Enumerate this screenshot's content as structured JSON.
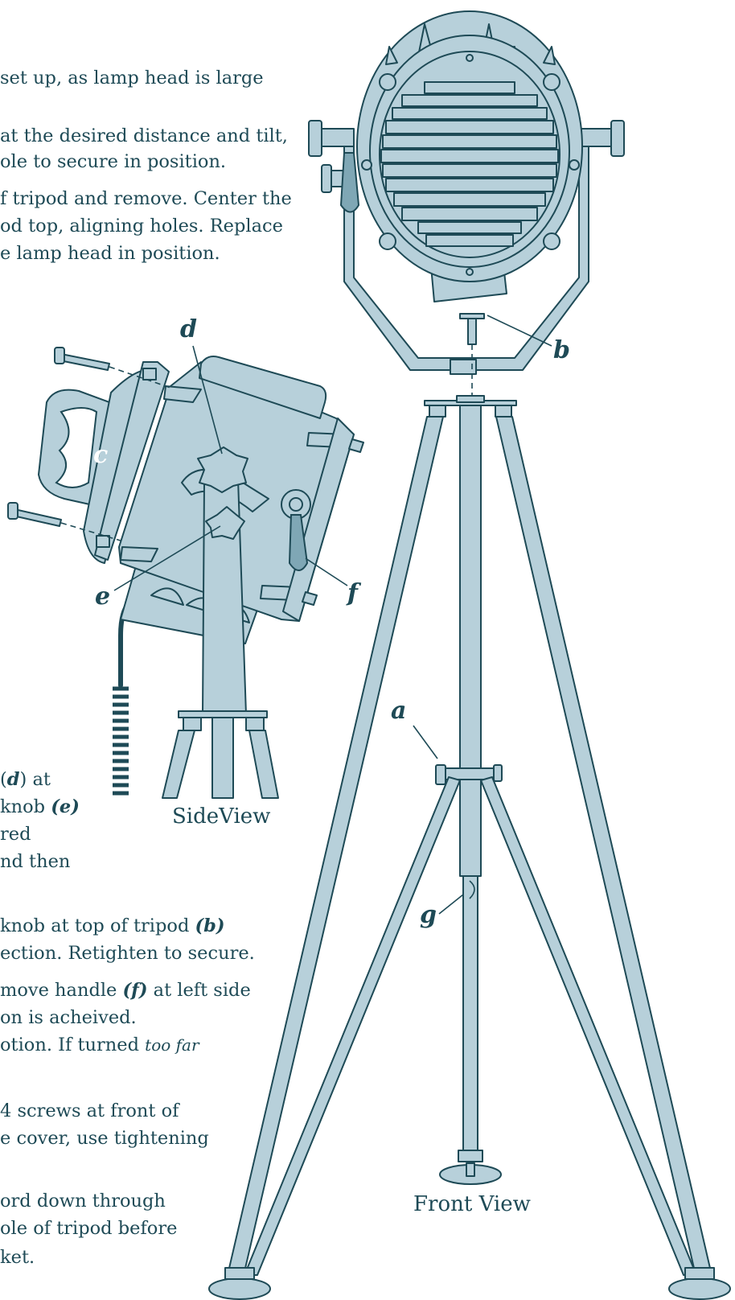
{
  "instructions": {
    "l1": "set up, as lamp head is large",
    "l2": "at the desired distance and tilt,",
    "l3": "ole to secure in position.",
    "l4": "f tripod and remove. Center the",
    "l5": "od top, aligning holes. Replace",
    "l6": "e lamp head in position.",
    "s1a_pre": "(",
    "s1a_lbl": "d",
    "s1a_post": ") at",
    "s1b_pre": "knob ",
    "s1b_lbl": "(e)",
    "s1c": "red",
    "s1d": "nd then",
    "s2a_pre": " knob at top of tripod ",
    "s2a_lbl": "(b)",
    "s2b": "ection. Retighten to secure.",
    "s3a_pre": "move handle ",
    "s3a_lbl": "(f)",
    "s3a_post": " at left side",
    "s3b": "on is acheived.",
    "s3c_pre": "otion. If turned ",
    "s3c_em": "too far",
    "s4a": "4 screws at front of",
    "s4b": "e cover, use tightening",
    "s5a": "ord down through",
    "s5b": "ole of tripod before",
    "s5c": "ket."
  },
  "captions": {
    "side_view": "SideView",
    "front_view": "Front View"
  },
  "labels": {
    "a": "a",
    "b": "b",
    "c": "c",
    "d": "d",
    "e": "e",
    "f": "f",
    "g": "g"
  },
  "colors": {
    "fill": "#b7d0da",
    "dark_fill": "#7fa7b5",
    "ink": "#1e4a56"
  }
}
